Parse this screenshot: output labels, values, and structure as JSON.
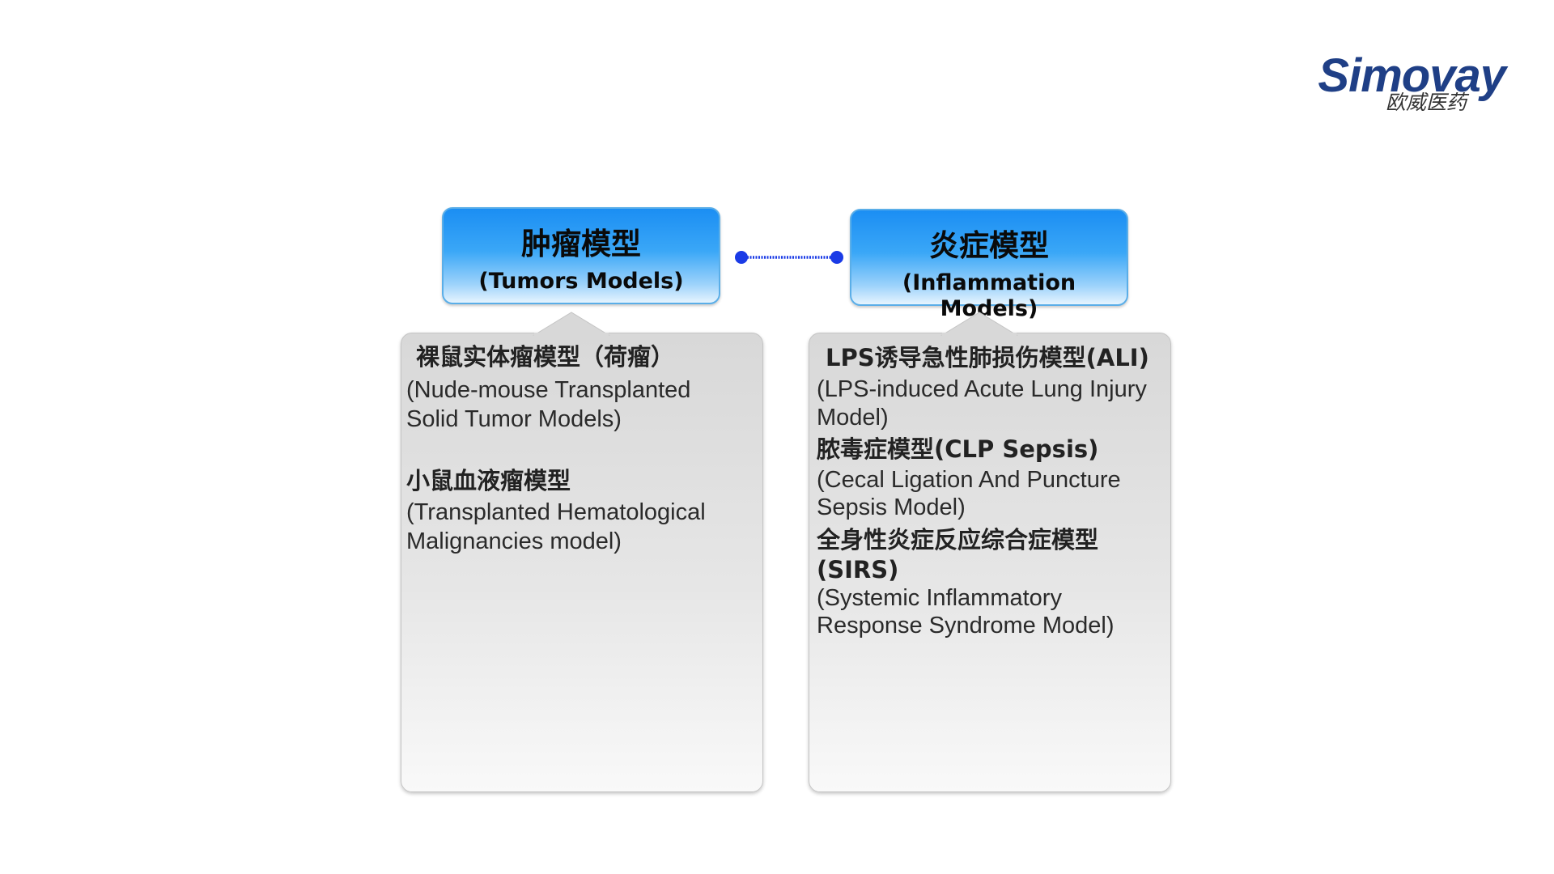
{
  "logo": {
    "brand": "Simovay",
    "chinese": "欧威医药"
  },
  "colors": {
    "header_gradient_top": "#1b8ef3",
    "header_gradient_bottom": "#e6f4fe",
    "connector": "#1a3be6",
    "card_gradient_top": "#d8d8d8",
    "card_gradient_bottom": "#f9f9f9",
    "logo_blue": "#1f3f86"
  },
  "categories": [
    {
      "title_cn": "肿瘤模型",
      "title_en": "(Tumors Models)",
      "items": [
        {
          "name": "裸鼠实体瘤模型（荷瘤）",
          "desc_line1": "(Nude-mouse Transplanted",
          "desc_line2": "Solid Tumor Models)"
        },
        {
          "name": "小鼠血液瘤模型",
          "desc_line1": "(Transplanted Hematological",
          "desc_line2": "Malignancies model)"
        }
      ]
    },
    {
      "title_cn": "炎症模型",
      "title_en": "(Inflammation Models)",
      "items": [
        {
          "name": "LPS诱导急性肺损伤模型(ALI)",
          "desc_line1": "(LPS-induced Acute Lung Injury",
          "desc_line2": "Model)"
        },
        {
          "name": "脓毒症模型(CLP Sepsis)",
          "desc_line1": "(Cecal Ligation And Puncture",
          "desc_line2": "Sepsis Model)"
        },
        {
          "name_line1": "全身性炎症反应综合症模型",
          "name_line2": "(SIRS)",
          "desc_line1": "(Systemic Inflammatory",
          "desc_line2": "Response Syndrome Model)"
        }
      ]
    }
  ]
}
